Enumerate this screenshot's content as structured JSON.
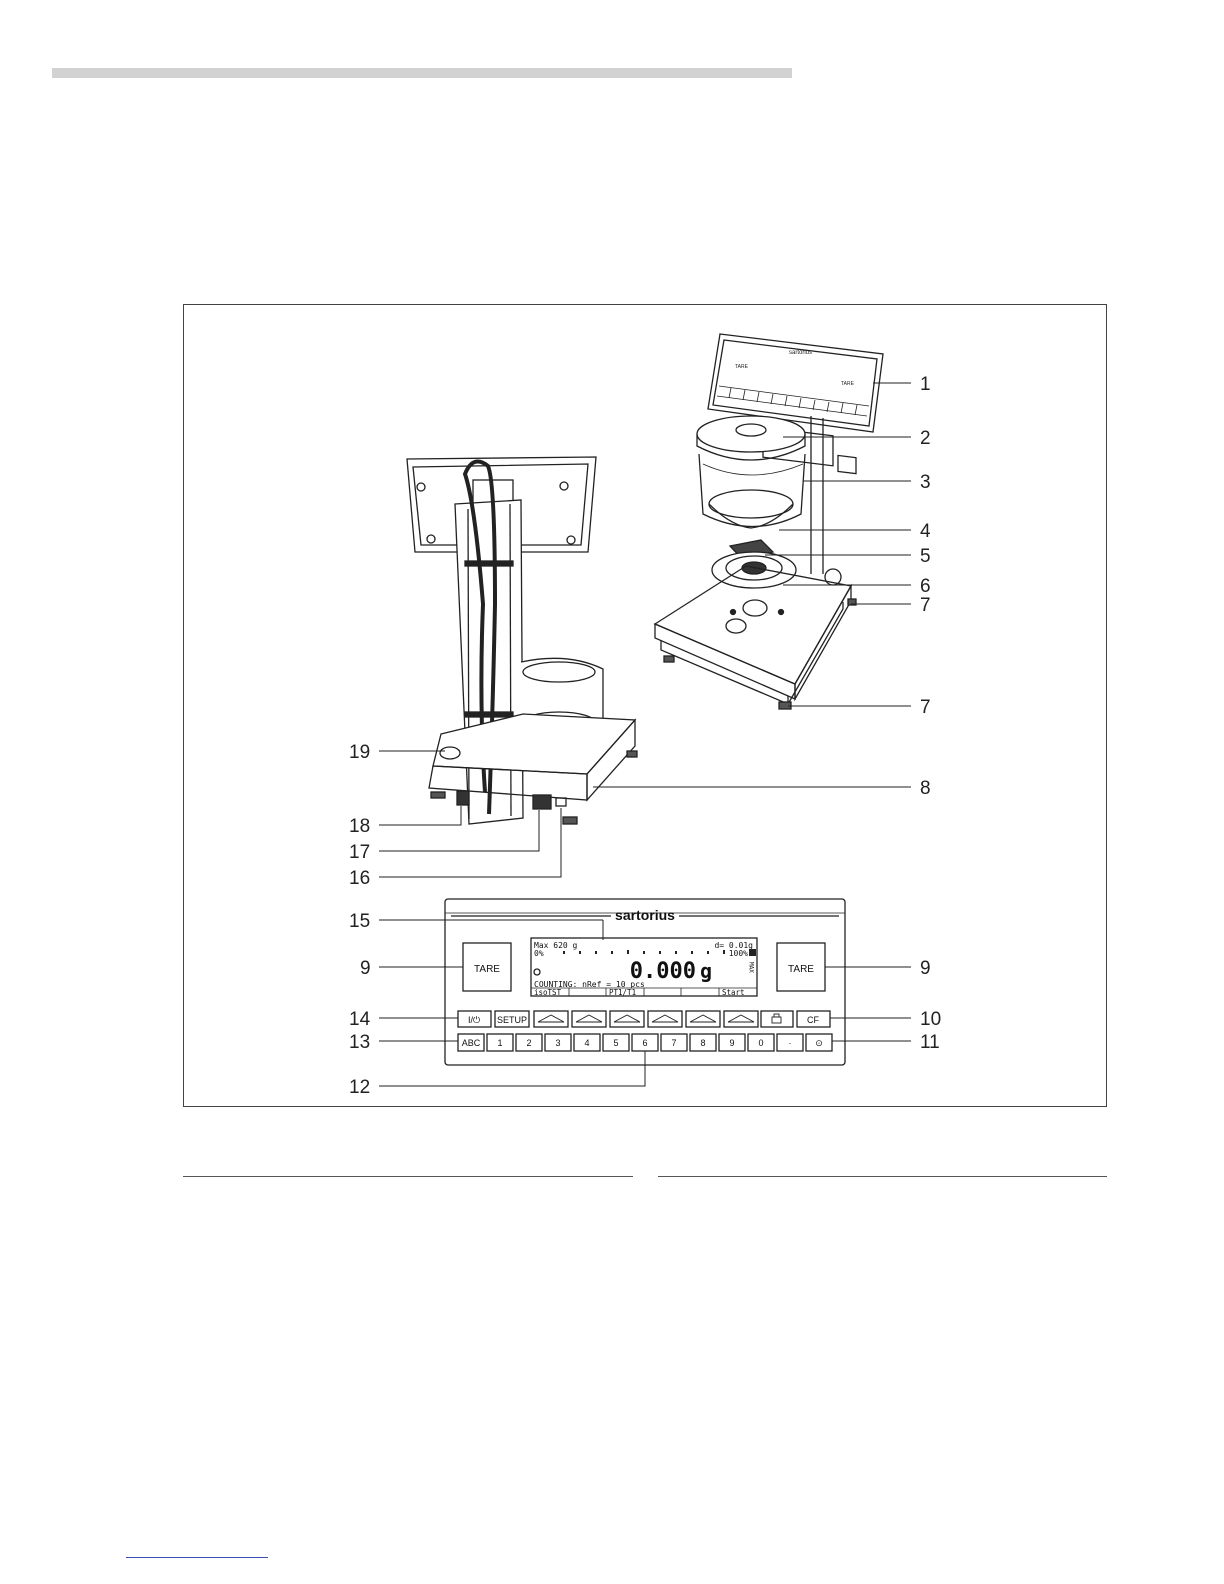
{
  "callouts": {
    "c1": "1",
    "c2": "2",
    "c3": "3",
    "c4": "4",
    "c5": "5",
    "c6": "6",
    "c7a": "7",
    "c7b": "7",
    "c8": "8",
    "c9a": "9",
    "c9b": "9",
    "c10": "10",
    "c11": "11",
    "c12": "12",
    "c13": "13",
    "c14": "14",
    "c15": "15",
    "c16": "16",
    "c17": "17",
    "c18": "18",
    "c19": "19"
  },
  "panel": {
    "brand": "sartorius",
    "tare_left": "TARE",
    "tare_right": "TARE",
    "display": {
      "max": "Max 620 g",
      "d": "d= 0.01g",
      "pct0": "0%",
      "pct100": "100%",
      "reading": "0.000",
      "unit": "g",
      "status": "COUNTING: nRef = 10 pcs",
      "softkeys": [
        "isoTST",
        "",
        "PT1/T1",
        "",
        "",
        "Start"
      ]
    },
    "row1": {
      "power": "I/⏻",
      "setup": "SETUP",
      "cf": "CF"
    },
    "row2": [
      "ABC",
      "1",
      "2",
      "3",
      "4",
      "5",
      "6",
      "7",
      "8",
      "9",
      "0",
      "·",
      "⊙"
    ]
  },
  "mini_panel": {
    "brand": "sartorius",
    "tare_left": "TARE",
    "tare_right": "TARE"
  }
}
